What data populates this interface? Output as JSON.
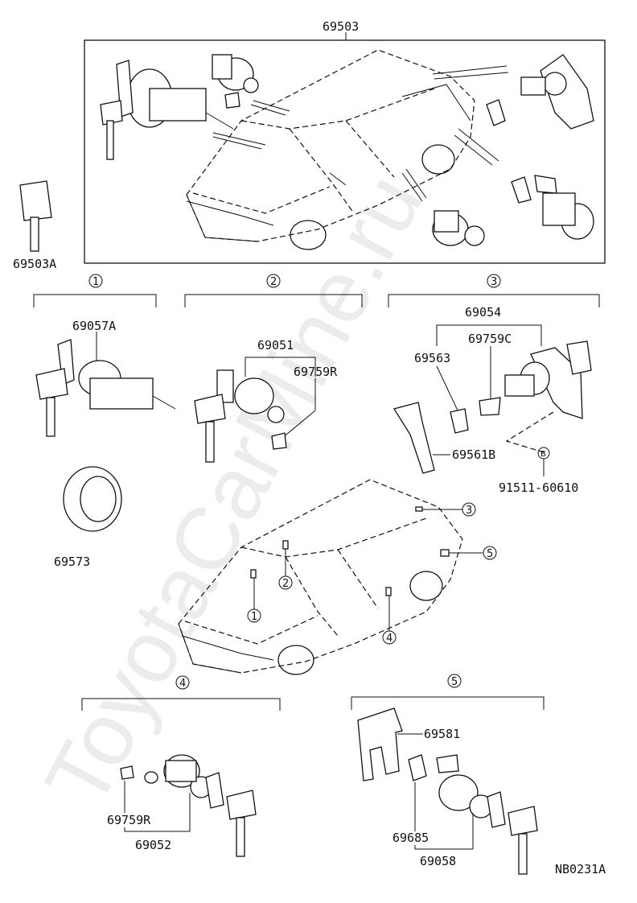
{
  "watermark": "ToyotaCarMine.ru",
  "diagram_code": "NB0231A",
  "callouts": {
    "top_assembly": "69503",
    "blank_key": "69503A",
    "ignition_cylinder": "69057A",
    "ignition_ring": "69573",
    "door_cylinder_set": "69051",
    "door_retainer_2": "69759R",
    "trunk_cylinder_set": "69054",
    "trunk_retainer": "69759C",
    "trunk_pad": "69563",
    "trunk_cover": "69561B",
    "bolt_marker": "B",
    "bolt": "91511-60610",
    "rear_retainer": "69759R",
    "rear_cylinder_set": "69052",
    "hatch_cover": "69581",
    "hatch_pad": "69685",
    "hatch_cylinder_set": "69058"
  },
  "sections": {
    "s1": "1",
    "s2": "2",
    "s3": "3",
    "s4": "4",
    "s5": "5"
  },
  "car_markers": {
    "m1": "1",
    "m2": "2",
    "m3": "3",
    "m4": "4",
    "m5": "5"
  }
}
